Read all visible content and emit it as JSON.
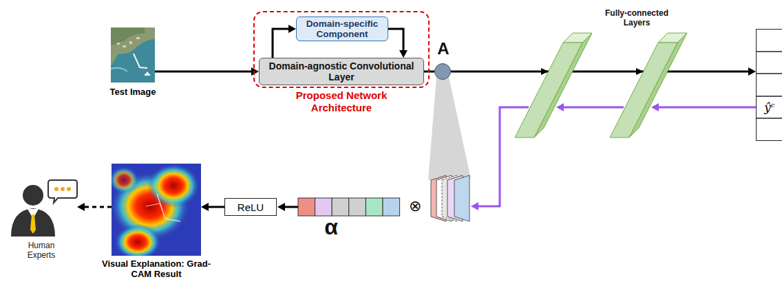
{
  "diagram": {
    "nodes": [
      {
        "text": [
          "Test Image"
        ]
      },
      {
        "text": [
          "Proposed Network Architecture"
        ]
      },
      {
        "text": [
          "Domain-specific Component"
        ],
        "in": 1
      },
      {
        "text": [
          "Domain-agnostic Convolutional Layer"
        ],
        "in": 1
      },
      {
        "text": [
          "A"
        ]
      },
      {
        "text": [
          "ŷᶜ"
        ]
      },
      {
        "text": [
          "Human Experts"
        ]
      },
      {
        "text": [
          "Visual Explanation: Grad-CAM Result"
        ]
      },
      {
        "text": [
          "ReLU"
        ]
      }
    ],
    "edges": [
      {
        "from": 0,
        "to": 3,
        "arrow": "to"
      },
      {
        "from": 3,
        "to": 2,
        "arrow": "to"
      },
      {
        "from": 2,
        "to": 3,
        "arrow": "to"
      },
      {
        "from": 3,
        "to": 4,
        "arrow": "none"
      },
      {
        "from": 4,
        "to": 5,
        "arrow": "to"
      },
      {
        "from": 8,
        "to": 7,
        "arrow": "to"
      },
      {
        "from": 7,
        "to": 6,
        "arrow": "to"
      }
    ],
    "labels": [
      "Fully-connected Layers",
      "⊗",
      "α"
    ]
  }
}
